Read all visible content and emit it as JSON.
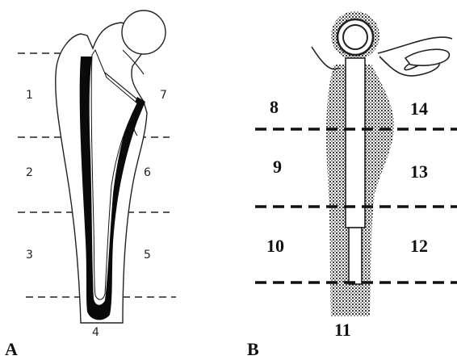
{
  "panel_a": {
    "label": "A",
    "zones": [
      "1",
      "2",
      "3",
      "4",
      "5",
      "6",
      "7"
    ]
  },
  "panel_b": {
    "label": "B",
    "zones": [
      "8",
      "9",
      "10",
      "11",
      "12",
      "13",
      "14"
    ]
  },
  "colors": {
    "ink": "#111111",
    "stipple": "#3a3a3a",
    "background": "#ffffff"
  }
}
